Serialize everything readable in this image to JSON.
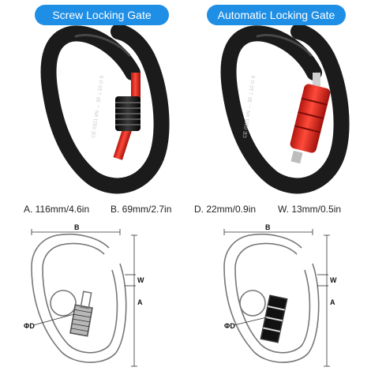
{
  "badges": {
    "left": "Screw Locking Gate",
    "right": "Automatic Locking Gate"
  },
  "engraving": {
    "left": "CE 0321 kN ↔ 30 ⊥10 ⊙ 9",
    "right": "CE 0321 kN ↔ 30 ⊥10 ⊙ 9"
  },
  "dimensions": {
    "a": "A. 116mm/4.6in",
    "b": "B. 69mm/2.7in",
    "d": "D. 22mm/0.9in",
    "w": "W. 13mm/0.5in"
  },
  "diagram_labels": {
    "left": {
      "b": "B",
      "a": "A",
      "w": "W",
      "d": "ΦD"
    },
    "right": {
      "b": "B",
      "a": "A",
      "w": "W",
      "d": "ΦD"
    }
  },
  "colors": {
    "badge": "#1f8fe6",
    "body": "#1b1b1b",
    "gate": "#e3261c",
    "sleeve": "#111111"
  }
}
